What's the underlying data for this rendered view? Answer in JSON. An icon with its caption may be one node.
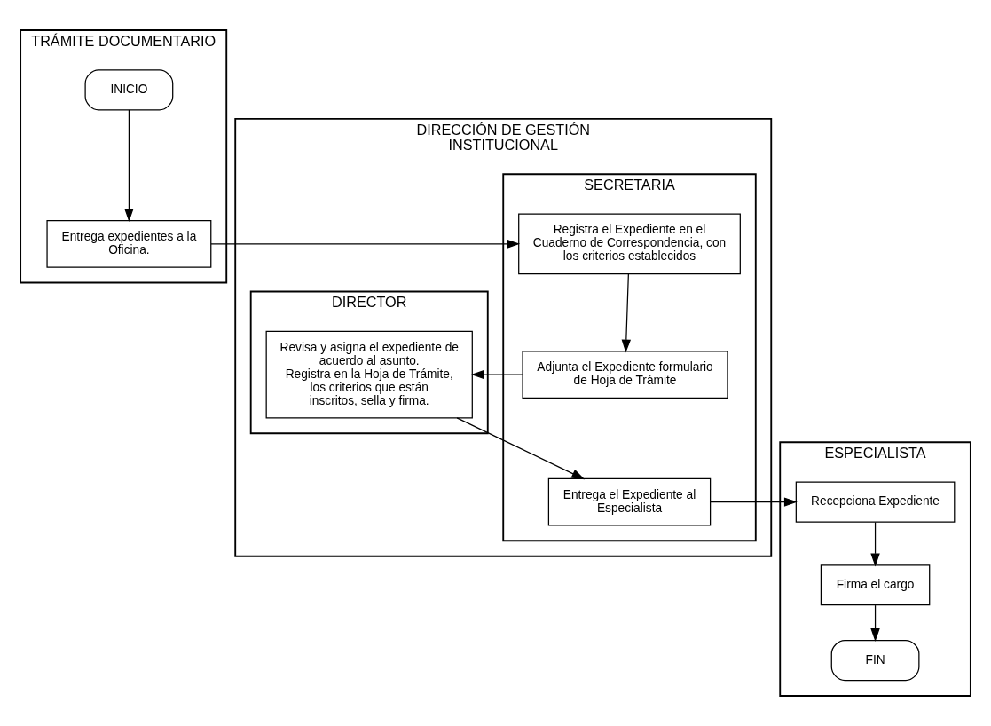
{
  "diagram": {
    "nodes": [
      {
        "text": [
          "TRÁMITE DOCUMENTARIO"
        ]
      },
      {
        "text": [
          "DIRECCIÓN DE GESTIÓN INSTITUCIONAL"
        ]
      },
      {
        "text": [
          "SECRETARIA"
        ],
        "in": 1
      },
      {
        "text": [
          "DIRECTOR"
        ],
        "in": 1
      },
      {
        "text": [
          "ESPECIALISTA"
        ]
      },
      {
        "text": [
          "INICIO"
        ],
        "in": 0
      },
      {
        "text": [
          "Entrega expedientes a la Oficina."
        ],
        "in": 0
      },
      {
        "text": [
          "Registra el Expediente en el Cuaderno de Correspondencia, con los criterios establecidos"
        ],
        "in": 2
      },
      {
        "text": [
          "Adjunta el Expediente formulario de Hoja de Trámite"
        ],
        "in": 2
      },
      {
        "text": [
          "Revisa y asigna el expediente de acuerdo al asunto.",
          "Registra en la Hoja de Trámite, los criterios que están inscritos, sella y firma."
        ],
        "in": 3
      },
      {
        "text": [
          "Entrega el Expediente al Especialista"
        ],
        "in": 2
      },
      {
        "text": [
          "Recepciona Expediente"
        ],
        "in": 4
      },
      {
        "text": [
          "Firma el cargo"
        ],
        "in": 4
      },
      {
        "text": [
          "FIN"
        ],
        "in": 4
      }
    ],
    "edges": [
      {
        "from": 5,
        "to": 6,
        "arrow": "to"
      },
      {
        "from": 6,
        "to": 7,
        "arrow": "to"
      },
      {
        "from": 7,
        "to": 8,
        "arrow": "to"
      },
      {
        "from": 8,
        "to": 9,
        "arrow": "to"
      },
      {
        "from": 9,
        "to": 10,
        "arrow": "to"
      },
      {
        "from": 10,
        "to": 11,
        "arrow": "to"
      },
      {
        "from": 11,
        "to": 12,
        "arrow": "to"
      },
      {
        "from": 12,
        "to": 13,
        "arrow": "to"
      }
    ]
  }
}
